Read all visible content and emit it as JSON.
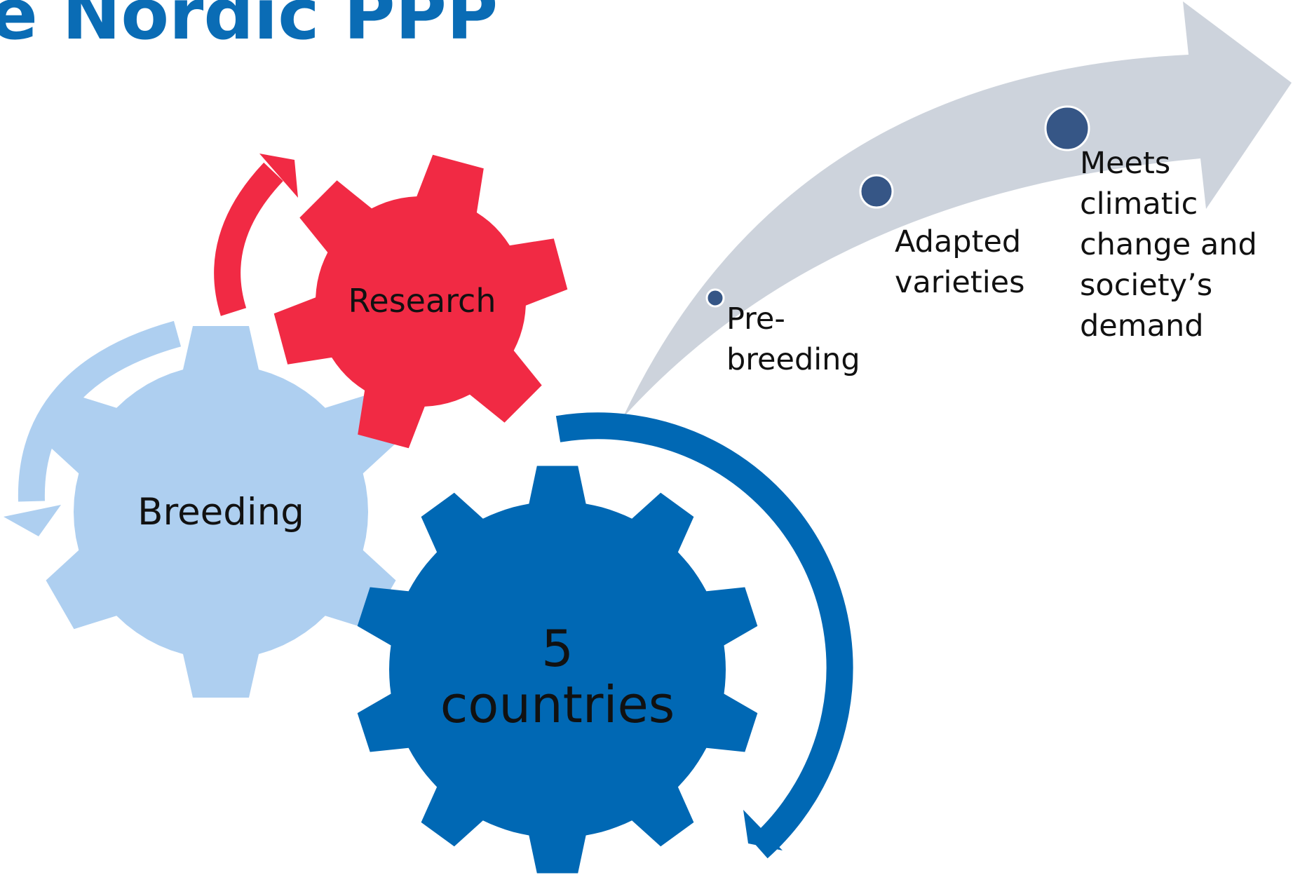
{
  "slide": {
    "title": "e Nordic PPP"
  },
  "gears": {
    "research": {
      "label": "Research",
      "color": "#f12a44"
    },
    "breeding": {
      "label": "Breeding",
      "color": "#aecff0"
    },
    "countries": {
      "label_line1": "5",
      "label_line2": "countries",
      "color": "#0068b4"
    }
  },
  "timeline": {
    "arrow_color": "#cdd3dc",
    "marker_color": "#365686",
    "milestones": [
      {
        "lines": [
          "Pre-",
          "breeding"
        ]
      },
      {
        "lines": [
          "Adapted",
          "varieties"
        ]
      },
      {
        "lines": [
          "Meets",
          "climatic",
          "change and",
          "society’s",
          "demand"
        ]
      }
    ]
  }
}
